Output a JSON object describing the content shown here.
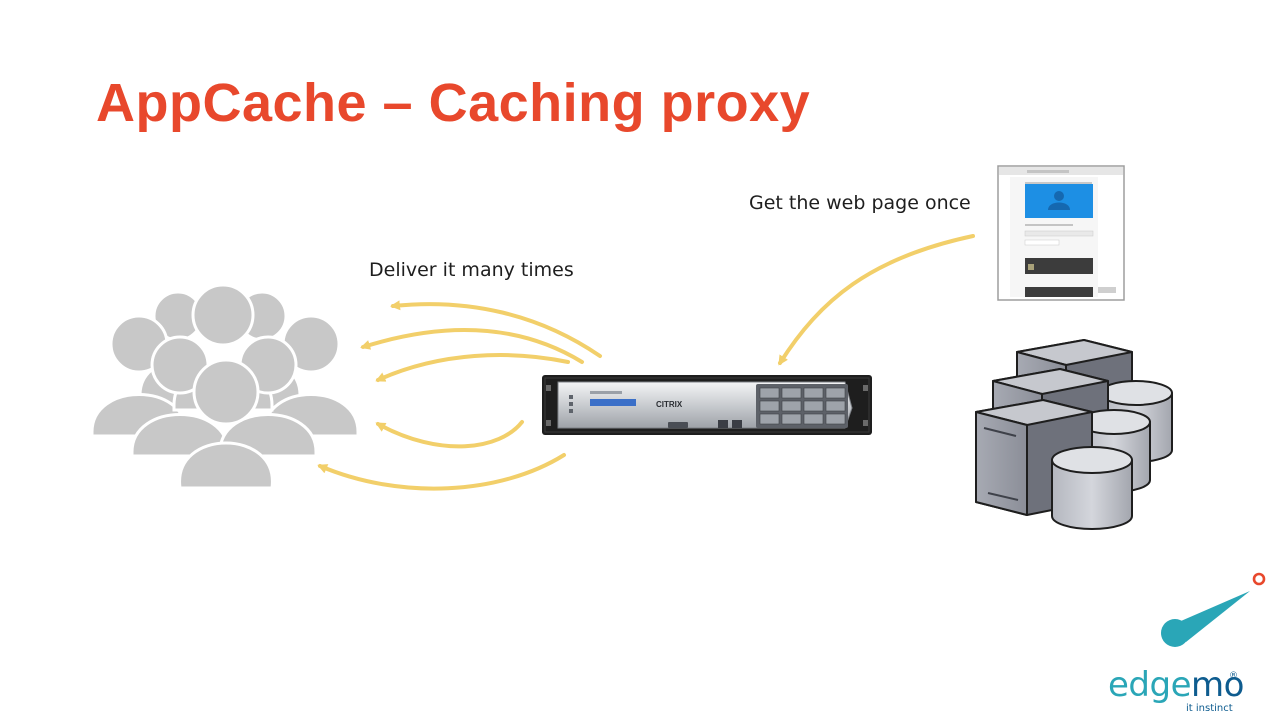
{
  "slide": {
    "title": "AppCache – Caching proxy",
    "label_get": "Get the web page once",
    "label_deliver": "Deliver it many times"
  },
  "proxy": {
    "brand": "CITRIX"
  },
  "logo": {
    "name_part1": "edge",
    "name_part2": "mo",
    "registered": "®",
    "tagline": "it instinct"
  },
  "colors": {
    "title": "#e8482c",
    "arrow": "#f2cf6a",
    "users": "#c8c8c8",
    "server_face": "#8f929d",
    "logo_teal": "#2aa6b7",
    "logo_blue": "#0e5c8f"
  },
  "icons": [
    "users-group-icon",
    "citrix-proxy-appliance-icon",
    "web-page-screenshot-icon",
    "server-database-cluster-icon",
    "edgemo-logo"
  ]
}
